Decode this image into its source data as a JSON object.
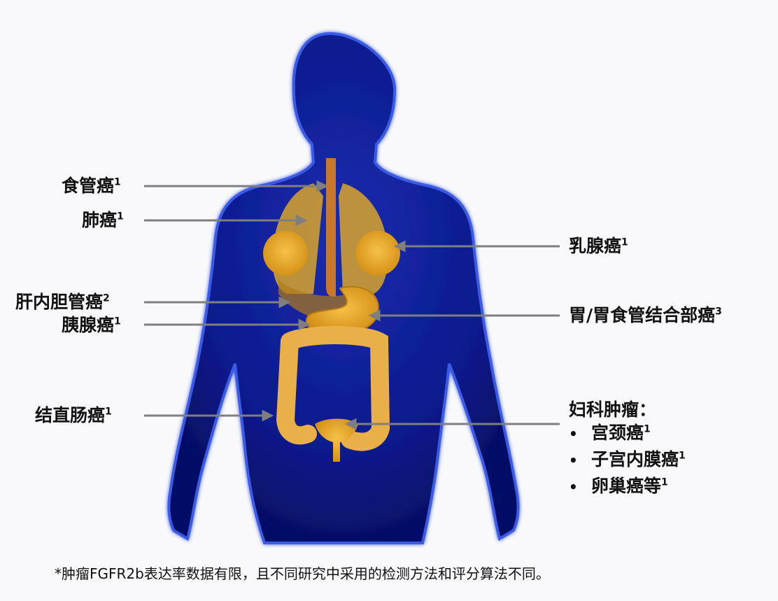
{
  "labels_left": [
    {
      "id": "esophageal",
      "text": "食管癌",
      "sup": "1"
    },
    {
      "id": "lung",
      "text": "肺癌",
      "sup": "1"
    },
    {
      "id": "cholangio",
      "text": "肝内胆管癌",
      "sup": "2"
    },
    {
      "id": "pancreatic",
      "text": "胰腺癌",
      "sup": "1"
    },
    {
      "id": "colorectal",
      "text": "结直肠癌",
      "sup": "1"
    }
  ],
  "labels_right": [
    {
      "id": "breast",
      "text": "乳腺癌",
      "sup": "1"
    },
    {
      "id": "gastric",
      "text": "胃/胃食管结合部癌",
      "sup": "3"
    }
  ],
  "gynecologic": {
    "title": "妇科肿瘤：",
    "items": [
      {
        "bullet": "•",
        "text": "宫颈癌",
        "sup": "1"
      },
      {
        "bullet": "•",
        "text": "子宫内膜癌",
        "sup": "1"
      },
      {
        "bullet": "•",
        "text": "卵巢癌等",
        "sup": "1"
      }
    ]
  },
  "footnote": "*肿瘤FGFR2b表达率数据有限，且不同研究中采用的检测方法和评分算法不同。",
  "colors": {
    "body_fill": "#0b1a8c",
    "body_edge": "#2d4ad8",
    "organ": "#e8a51c",
    "organ_dark": "#b97a10",
    "leader_line": "#7f7f7f"
  }
}
